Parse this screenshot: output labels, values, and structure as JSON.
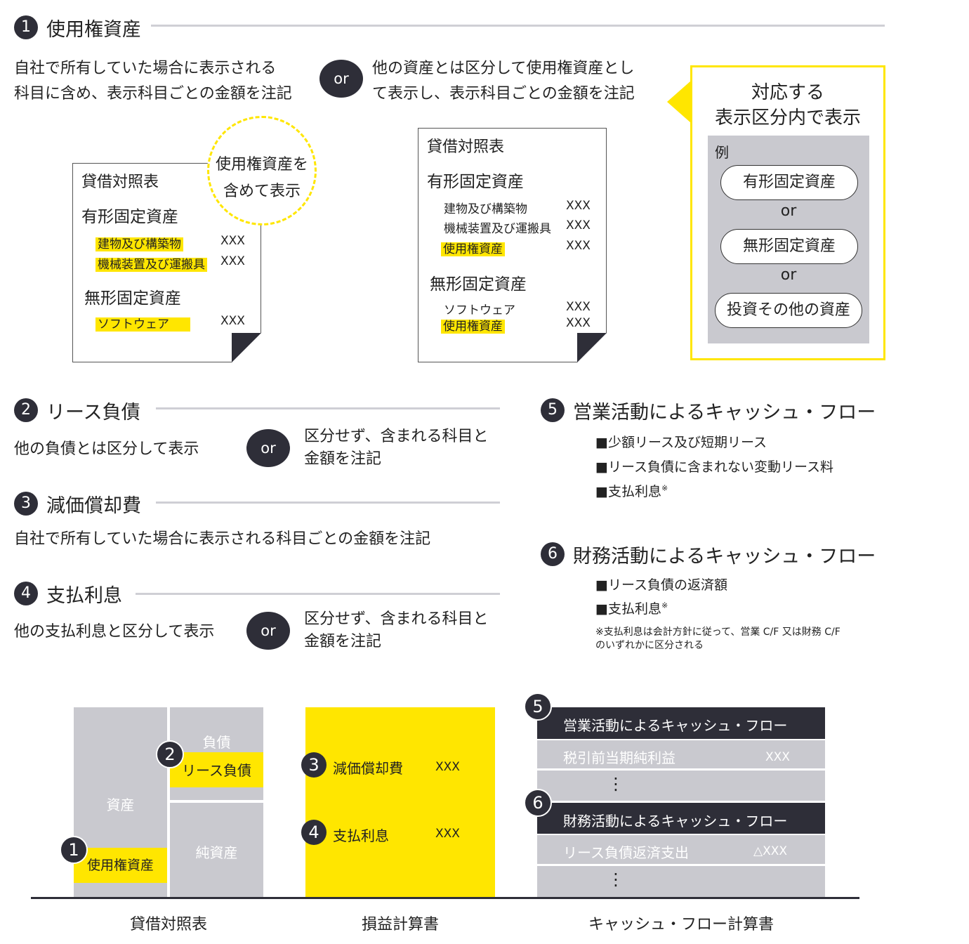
{
  "s1": {
    "num": "1",
    "title": "使用権資産",
    "left_text_1": "自社で所有していた場合に表示される",
    "left_text_2": "科目に含め、表示科目ごとの金額を注記",
    "or": "or",
    "right_text_1": "他の資産とは区分して使用権資産とし",
    "right_text_2": "て表示し、表示科目ごとの金額を注記",
    "callout_1": "使用権資産を",
    "callout_2": "含めて表示",
    "doc1": {
      "title": "貸借対照表",
      "group1": "有形固定資産",
      "item1": "建物及び構築物",
      "item2": "機械装置及び運搬具",
      "group2": "無形固定資産",
      "item3": "ソフトウェア",
      "val": "XXX"
    },
    "doc2": {
      "title": "貸借対照表",
      "group1": "有形固定資産",
      "item1": "建物及び構築物",
      "item2": "機械装置及び運搬具",
      "item3": "使用権資産",
      "group2": "無形固定資産",
      "item4": "ソフトウェア",
      "item5": "使用権資産",
      "val": "XXX"
    },
    "box": {
      "title_1": "対応する",
      "title_2": "表示区分内で表示",
      "example": "例",
      "opt1": "有形固定資産",
      "or1": "or",
      "opt2": "無形固定資産",
      "or2": "or",
      "opt3": "投資その他の資産"
    }
  },
  "s2": {
    "num": "2",
    "title": "リース負債",
    "left": "他の負債とは区分して表示",
    "or": "or",
    "right_1": "区分せず、含まれる科目と",
    "right_2": "金額を注記"
  },
  "s3": {
    "num": "3",
    "title": "減価償却費",
    "text": "自社で所有していた場合に表示される科目ごとの金額を注記"
  },
  "s4": {
    "num": "4",
    "title": "支払利息",
    "left": "他の支払利息と区分して表示",
    "or": "or",
    "right_1": "区分せず、含まれる科目と",
    "right_2": "金額を注記"
  },
  "s5": {
    "num": "5",
    "title": "営業活動によるキャッシュ・フロー",
    "items": [
      "■少額リース及び短期リース",
      "■リース負債に含まれない変動リース料",
      "■支払利息"
    ],
    "mark": "※"
  },
  "s6": {
    "num": "6",
    "title": "財務活動によるキャッシュ・フロー",
    "items": [
      "■リース負債の返済額",
      "■支払利息"
    ],
    "mark": "※",
    "note_1": "※支払利息は会計方針に従って、営業 C/F 又は財務 C/F",
    "note_2": "のいずれかに区分される"
  },
  "bottom": {
    "bs": {
      "assets": "資産",
      "rou": "使用権資産",
      "liab": "負債",
      "lease": "リース負債",
      "equity": "純資産",
      "label": "貸借対照表",
      "n1": "1",
      "n2": "2"
    },
    "pl": {
      "dep": "減価償却費",
      "int": "支払利息",
      "val": "XXX",
      "label": "損益計算書",
      "n3": "3",
      "n4": "4"
    },
    "cf": {
      "op": "営業活動によるキャッシュ・フロー",
      "pretax": "税引前当期純利益",
      "pretax_val": "XXX",
      "dots": "⋮",
      "fin": "財務活動によるキャッシュ・フロー",
      "repay": "リース負債返済支出",
      "repay_val": "△XXX",
      "label": "キャッシュ・フロー計算書",
      "n5": "5",
      "n6": "6"
    }
  },
  "colors": {
    "yellow": "#ffe600",
    "dark": "#2e2e38",
    "grey": "#c9c9cf"
  }
}
